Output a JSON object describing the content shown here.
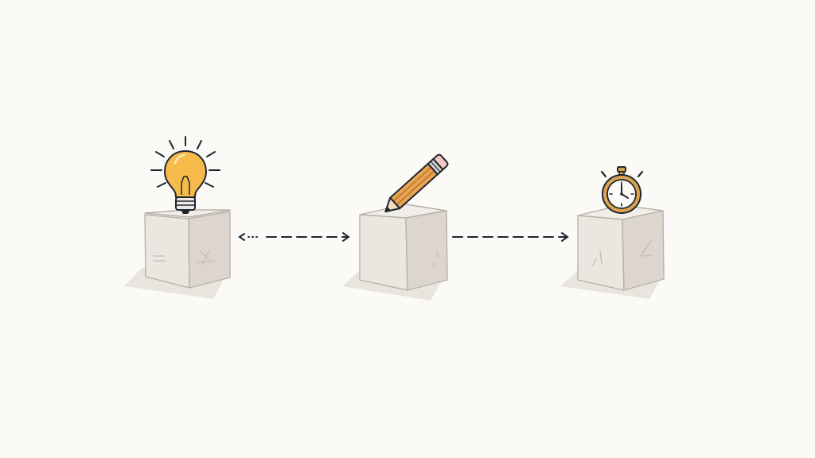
{
  "colors": {
    "background": "#fbfaf7",
    "block_face": "#ebe6e0",
    "block_side": "#dcd6ce",
    "block_top": "#f1ede8",
    "block_outline": "#b9b1a8",
    "shadow": "#e4e0db",
    "ink": "#1f2630",
    "bulb_yellow": "#f6bb4a",
    "pencil_orange": "#e8a452",
    "stopwatch_gold": "#dda450",
    "eraser_pink": "#f4c6c3"
  },
  "steps": [
    {
      "icon": "lightbulb-icon"
    },
    {
      "icon": "pencil-icon"
    },
    {
      "icon": "stopwatch-icon"
    }
  ],
  "connectors": [
    {
      "from": "block-1",
      "to": "block-2",
      "style": "dashed-arrow",
      "dotted_tail": true
    },
    {
      "from": "block-2",
      "to": "block-3",
      "style": "dashed-arrow",
      "dotted_tail": false
    }
  ]
}
